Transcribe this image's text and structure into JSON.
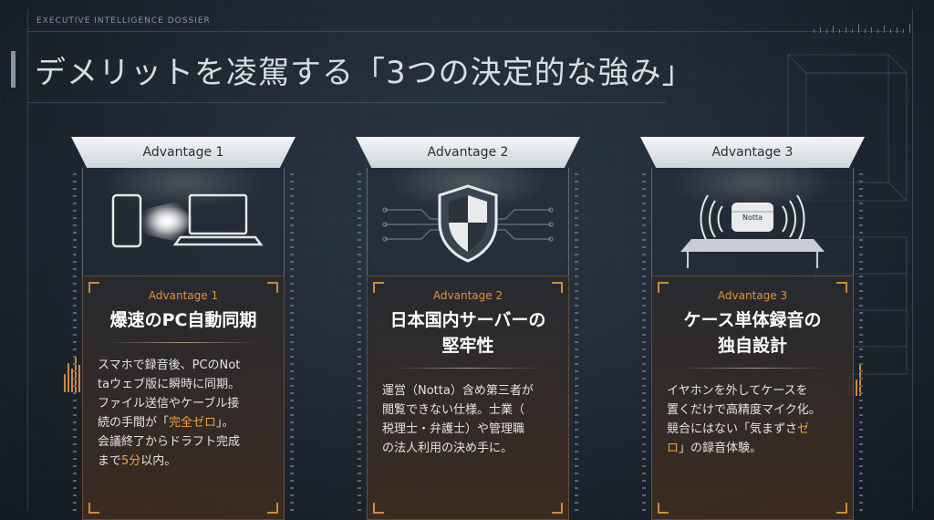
{
  "header": {
    "label": "EXECUTIVE INTELLIGENCE DOSSIER",
    "title": "デメリットを凌駕する「3つの決定的な強み」"
  },
  "colors": {
    "accent": "#e0923c",
    "background": "#1d2530",
    "tab": "#e6eaee"
  },
  "cards": [
    {
      "tab_label": "Advantage 1",
      "sub_label": "Advantage 1",
      "heading_1": "爆速のPC自動同期",
      "heading_2": "",
      "icon": "phone-to-laptop-sync-icon",
      "body": [
        {
          "text": "スマホで録音後、PCのNot",
          "highlight": ""
        },
        {
          "text": "taウェブ版に瞬時に同期。",
          "highlight": ""
        },
        {
          "text": "ファイル送信やケーブル接",
          "highlight": ""
        },
        {
          "text": "続の手間が「",
          "highlight": "完全ゼロ",
          "after": "」。"
        },
        {
          "text": "会議終了からドラフト完成",
          "highlight": ""
        },
        {
          "text": "まで",
          "highlight": "5分",
          "after": "以内。"
        }
      ]
    },
    {
      "tab_label": "Advantage 2",
      "sub_label": "Advantage 2",
      "heading_1": "日本国内サーバーの",
      "heading_2": "堅牢性",
      "icon": "shield-icon",
      "body": [
        {
          "text": "運営（Notta）含め第三者が",
          "highlight": ""
        },
        {
          "text": "閲覧できない仕様。士業（",
          "highlight": ""
        },
        {
          "text": "税理士・弁護士）や管理職",
          "highlight": ""
        },
        {
          "text": "の法人利用の決め手に。",
          "highlight": ""
        }
      ]
    },
    {
      "tab_label": "Advantage 3",
      "sub_label": "Advantage 3",
      "heading_1": "ケース単体録音の",
      "heading_2": "独自設計",
      "icon": "recorder-case-icon",
      "device_label": "Notta",
      "body": [
        {
          "text": "イヤホンを外してケースを",
          "highlight": ""
        },
        {
          "text": "置くだけで高精度マイク化。",
          "highlight": ""
        },
        {
          "text": "競合にはない「気まずさ",
          "highlight": "ゼ",
          "after": ""
        },
        {
          "text": "",
          "highlight": "ロ",
          "after": "」の録音体験。"
        }
      ]
    }
  ]
}
